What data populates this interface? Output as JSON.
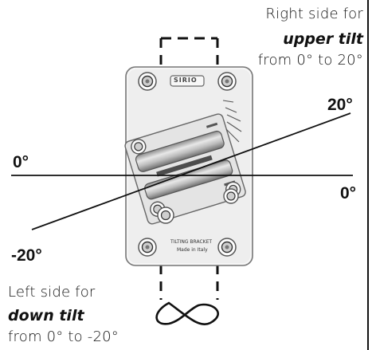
{
  "right_note": {
    "line1": "Right side for",
    "emphasis": "upper tilt",
    "range": "from 0° to 20°"
  },
  "left_note": {
    "line1": "Left side for",
    "emphasis": "down tilt",
    "range": "from 0° to -20°"
  },
  "angles": {
    "upper": "20°",
    "horizontal_left": "0°",
    "horizontal_right": "0°",
    "lower": "-20°"
  },
  "bracket": {
    "logo": "SIRIO",
    "title": "TILTING BRACKET",
    "origin": "Made in Italy"
  },
  "colors": {
    "plate": "#eeeeee",
    "plate_stroke": "#777777",
    "tube": "#b5b5b5",
    "lines": "#111111"
  }
}
